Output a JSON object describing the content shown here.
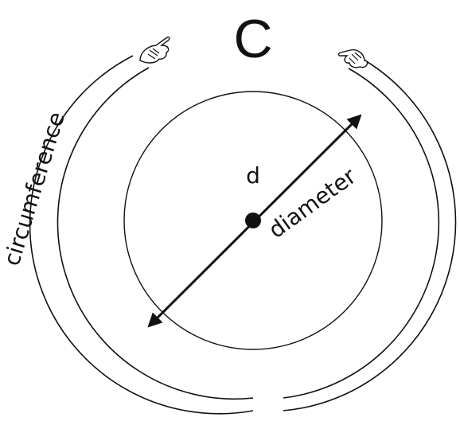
{
  "title": "C",
  "labels": {
    "center": "d",
    "diameter": "diameter",
    "circumference": "circumference"
  },
  "colors": {
    "stroke": "#111111",
    "background": "#ffffff"
  }
}
